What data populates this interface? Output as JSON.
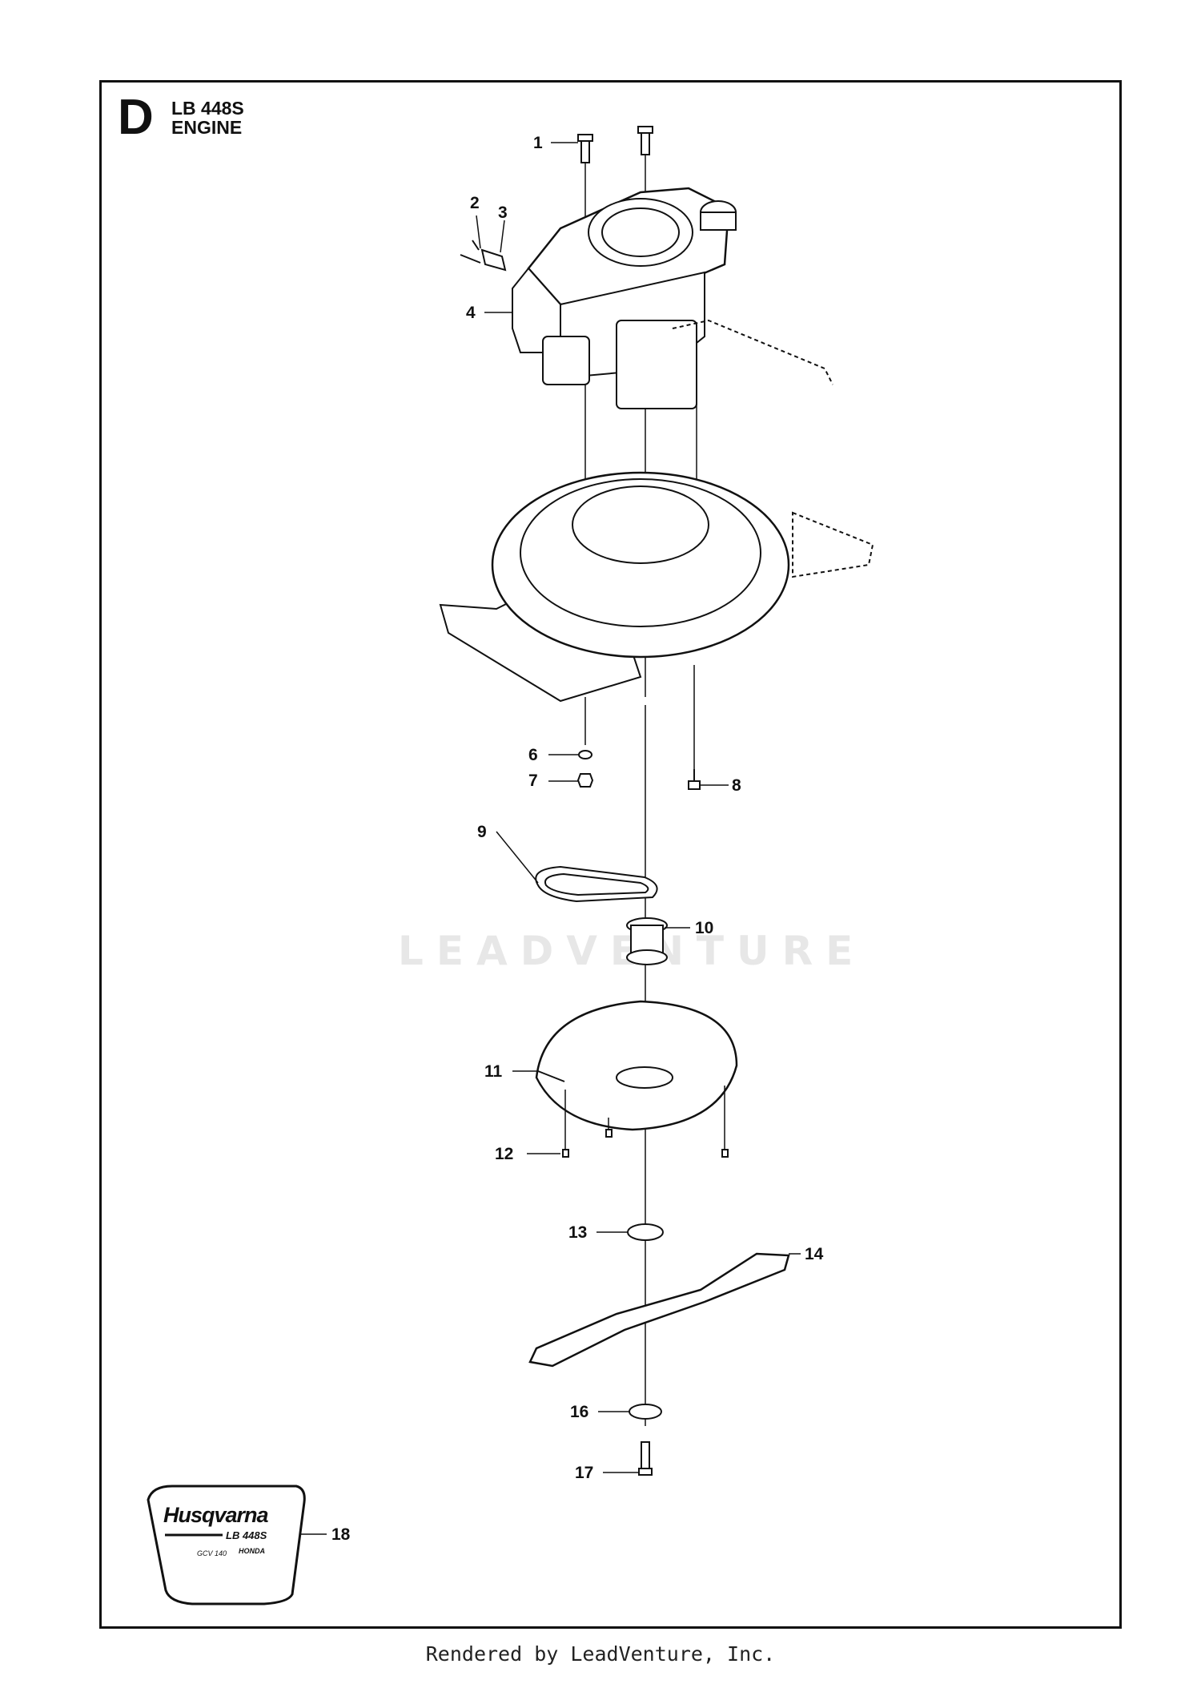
{
  "header": {
    "section_letter": "D",
    "model": "LB 448S",
    "assembly": "ENGINE"
  },
  "callouts": [
    "1",
    "2",
    "3",
    "4",
    "6",
    "7",
    "8",
    "9",
    "10",
    "11",
    "12",
    "13",
    "14",
    "16",
    "17",
    "18"
  ],
  "decal": {
    "brand": "Husqvarna",
    "model": "LB 448S",
    "engine": "GCV 140",
    "maker": "HONDA"
  },
  "watermark": "LEADVENTURE",
  "footer": "Rendered by LeadVenture, Inc."
}
